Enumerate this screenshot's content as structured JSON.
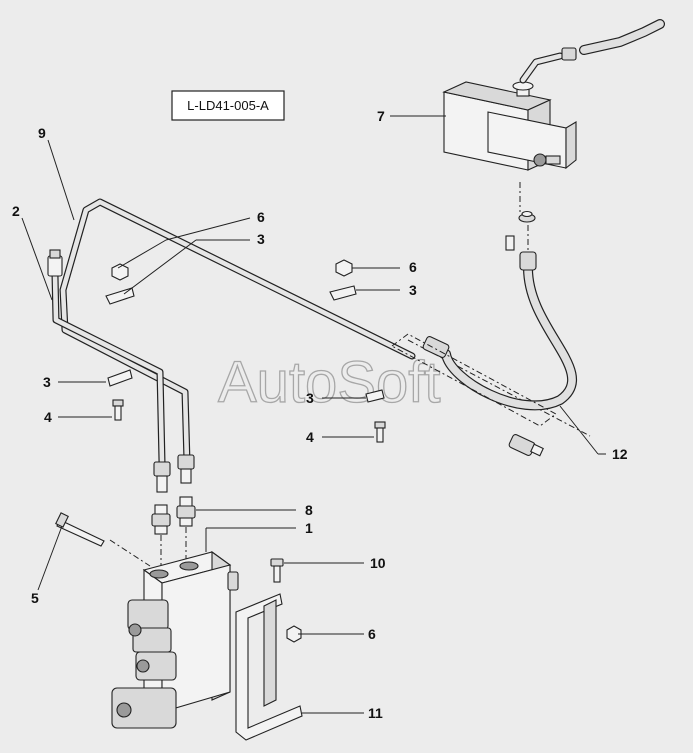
{
  "diagram": {
    "code": "L-LD41-005-A",
    "watermark": "AutoSoft",
    "callouts": {
      "c1": "1",
      "c2": "2",
      "c3a": "3",
      "c3b": "3",
      "c3c": "3",
      "c3d": "3",
      "c4a": "4",
      "c4b": "4",
      "c5": "5",
      "c6a": "6",
      "c6b": "6",
      "c6c": "6",
      "c7": "7",
      "c8": "8",
      "c9": "9",
      "c10": "10",
      "c11": "11",
      "c12": "12"
    }
  }
}
